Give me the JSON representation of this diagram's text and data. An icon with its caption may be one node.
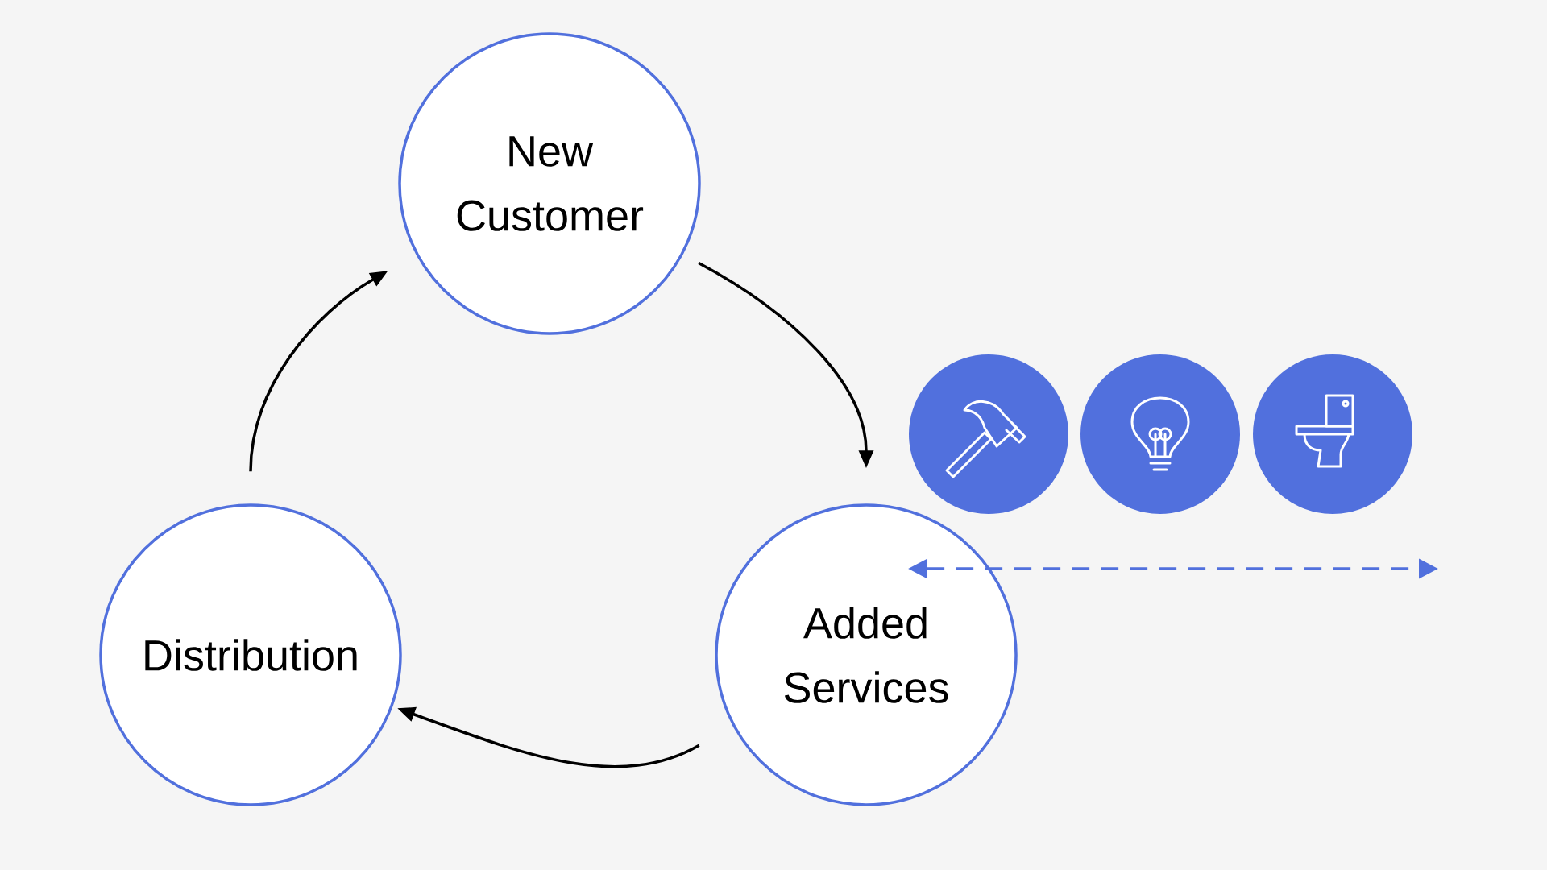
{
  "diagram": {
    "nodes": [
      {
        "text": [
          "New Customer"
        ]
      },
      {
        "text": [
          "Distribution"
        ]
      },
      {
        "text": [
          "Added Services"
        ]
      },
      {
        "text": [],
        "shape": "circle"
      },
      {
        "text": [],
        "shape": "circle"
      },
      {
        "text": [],
        "shape": "circle"
      }
    ],
    "edges": [
      {
        "from": 0,
        "to": 2,
        "arrow": "to"
      },
      {
        "from": 2,
        "to": 1,
        "arrow": "to"
      },
      {
        "from": 1,
        "to": 0,
        "arrow": "to"
      }
    ]
  }
}
